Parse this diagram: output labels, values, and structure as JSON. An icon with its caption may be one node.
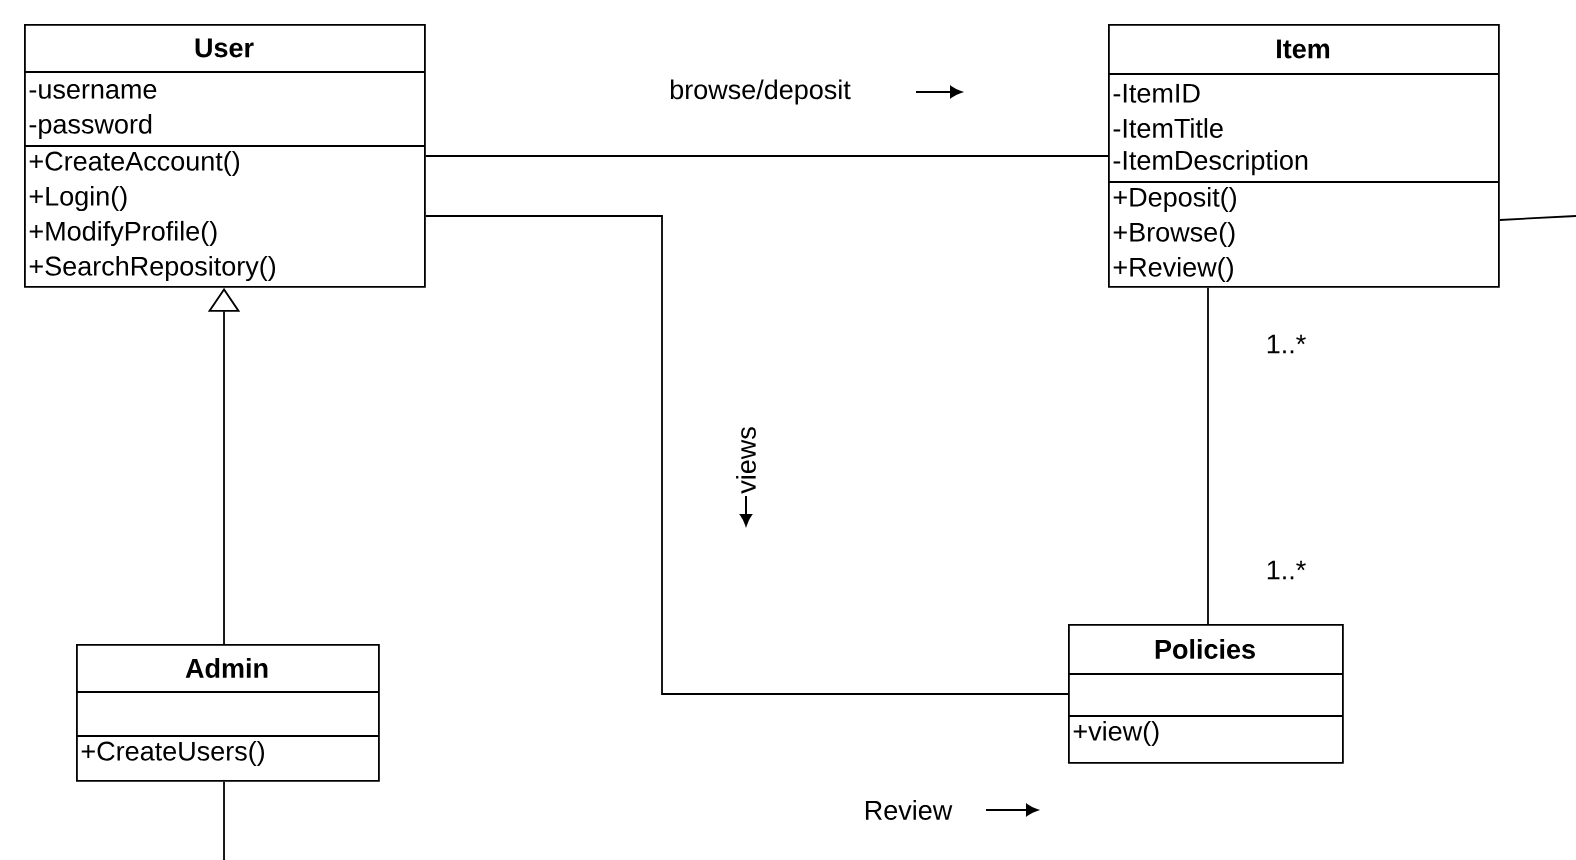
{
  "diagram": {
    "nodes": [
      {
        "text": [
          "User",
          "-username",
          "-password",
          "+CreateAccount()",
          "+Login()",
          "+ModifyProfile()",
          "+SearchRepository()"
        ]
      },
      {
        "text": [
          "Item",
          "-ItemID",
          "-ItemTitle",
          "-ItemDescription",
          "+Deposit()",
          "+Browse()",
          "+Review()"
        ]
      },
      {
        "text": [
          "Admin",
          "+CreateUsers()"
        ]
      },
      {
        "text": [
          "Policies",
          "+view()"
        ]
      }
    ],
    "edges": [
      {
        "from": 0,
        "to": 1,
        "arrow": "none",
        "label": "browse/deposit"
      },
      {
        "from": 2,
        "to": 0,
        "arrow": "to"
      },
      {
        "from": 1,
        "to": 3,
        "arrow": "none"
      },
      {
        "from": 0,
        "to": 3,
        "arrow": "none",
        "label": "views"
      },
      {
        "from": 2,
        "to": null,
        "arrow": "none"
      },
      {
        "from": 1,
        "to": null,
        "arrow": "none"
      }
    ],
    "labels": [
      "1..*",
      "1..*",
      "Review"
    ]
  }
}
